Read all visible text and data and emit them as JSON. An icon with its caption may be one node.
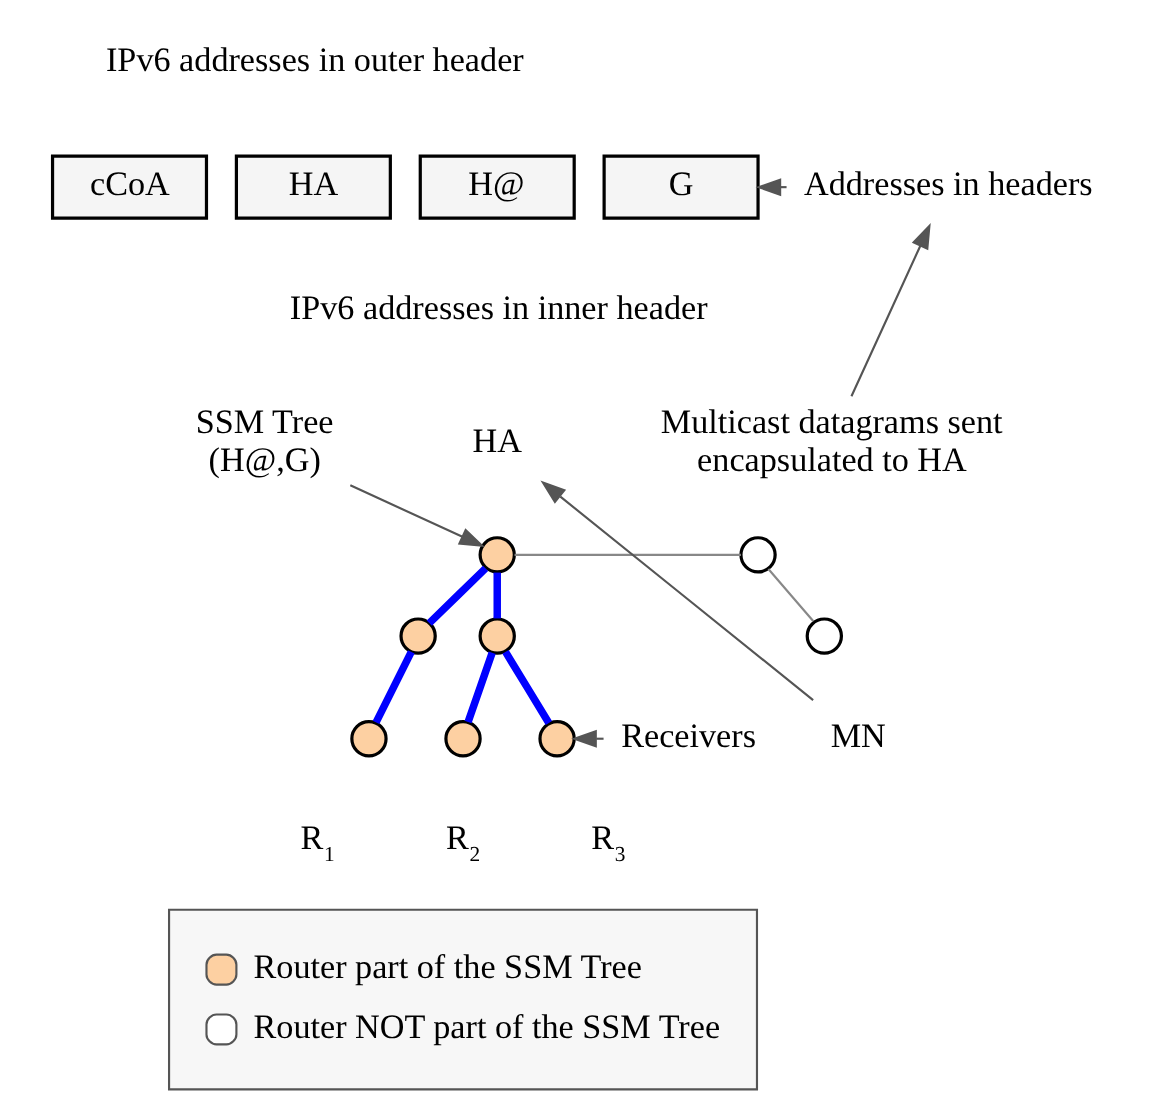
{
  "diagram": {
    "nodes": [
      {
        "text": [
          "cCoA"
        ]
      },
      {
        "text": [
          "HA"
        ]
      },
      {
        "text": [
          "H@"
        ]
      },
      {
        "text": [
          "G"
        ]
      },
      {
        "text": [
          "Addresses in headers"
        ]
      },
      {
        "text": [
          "Multicast datagrams sent encapsulated to HA"
        ]
      },
      {
        "text": [
          "SSM Tree (H@,G)"
        ]
      },
      {
        "text": [
          "HA"
        ]
      },
      {
        "text": [],
        "shape": "circle"
      },
      {
        "text": [],
        "shape": "circle"
      },
      {
        "text": [],
        "shape": "circle"
      },
      {
        "text": [],
        "shape": "circle"
      },
      {
        "text": [],
        "shape": "circle"
      },
      {
        "text": [],
        "shape": "circle",
        "beside": [
          "R$_{1}$"
        ]
      },
      {
        "text": [],
        "shape": "circle",
        "beside": [
          "R$_{2}$"
        ]
      },
      {
        "text": [],
        "shape": "circle",
        "beside": [
          "R$_{3}$"
        ]
      },
      {
        "text": [
          "MN"
        ]
      },
      {
        "text": [
          "Receivers"
        ]
      }
    ],
    "edges": [
      {
        "from": 4,
        "to": 3,
        "arrow": "to"
      },
      {
        "from": 5,
        "to": 4,
        "arrow": "to"
      },
      {
        "from": 6,
        "to": 8,
        "arrow": "to"
      },
      {
        "from": 16,
        "to": 7,
        "arrow": "to"
      },
      {
        "from": 17,
        "to": 15,
        "arrow": "to"
      },
      {
        "from": 8,
        "to": 9,
        "arrow": "none",
        "style": "thick",
        "color": "#0000ff"
      },
      {
        "from": 8,
        "to": 10,
        "arrow": "none",
        "style": "thick",
        "color": "#0000ff"
      },
      {
        "from": 9,
        "to": 13,
        "arrow": "none",
        "style": "thick",
        "color": "#0000ff"
      },
      {
        "from": 10,
        "to": 14,
        "arrow": "none",
        "style": "thick",
        "color": "#0000ff"
      },
      {
        "from": 10,
        "to": 15,
        "arrow": "none",
        "style": "thick",
        "color": "#0000ff"
      },
      {
        "from": 8,
        "to": 11,
        "arrow": "none",
        "color": "#888888"
      },
      {
        "from": 11,
        "to": 12,
        "arrow": "none",
        "color": "#888888"
      }
    ],
    "labels": [
      "IPv6 addresses in outer header",
      "IPv6 addresses in inner header"
    ],
    "legend": [
      {
        "text": "Router part of the SSM Tree",
        "color": "#fdd0a2"
      },
      {
        "text": "Router NOT part of the SSM Tree",
        "color": "#ffffff"
      }
    ]
  }
}
